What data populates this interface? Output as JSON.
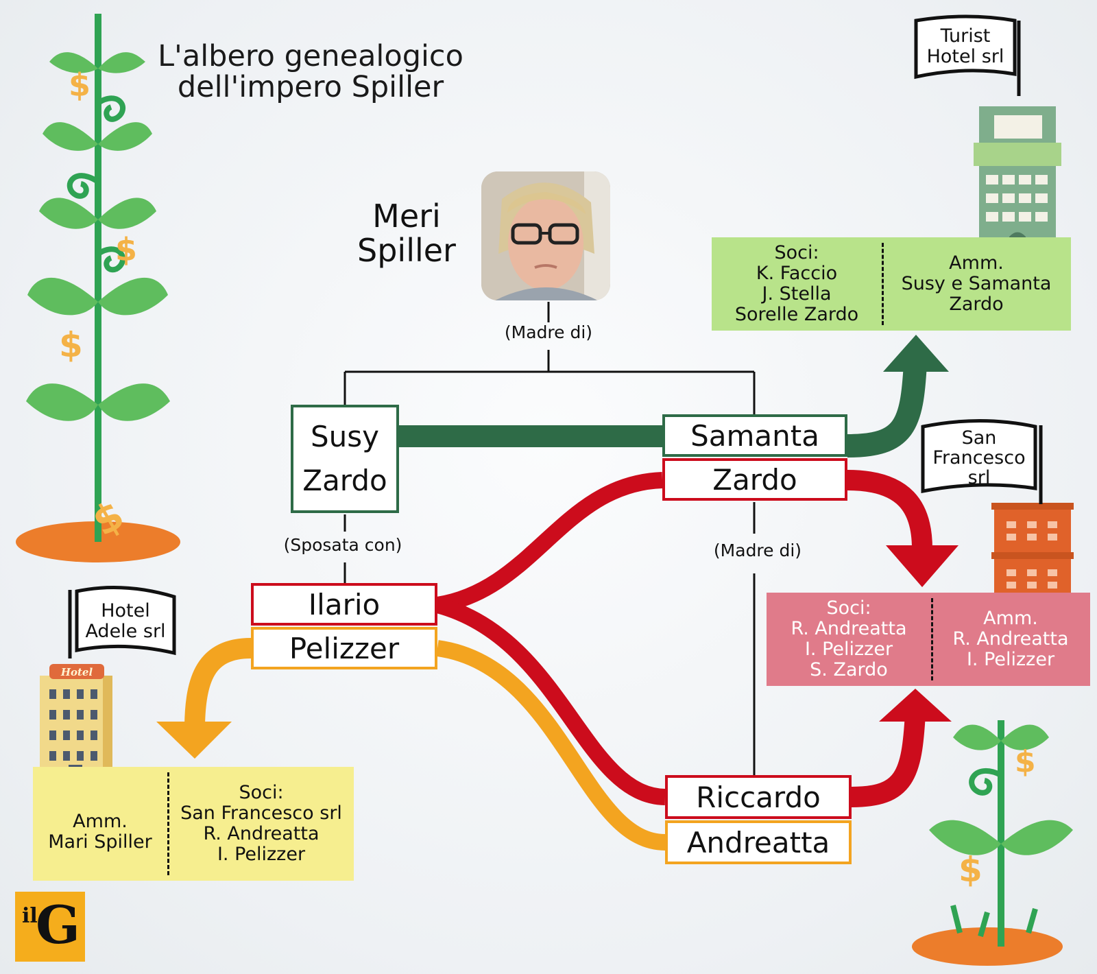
{
  "title": "L'albero genealogico dell'impero Spiller",
  "root": {
    "name": "Meri Spiller"
  },
  "relations": {
    "madre_top": "(Madre di)",
    "sposata": "(Sposata con)",
    "madre_right": "(Madre di)"
  },
  "people": {
    "susy": {
      "first": "Susy",
      "last": "Zardo"
    },
    "samanta": {
      "first": "Samanta",
      "last": "Zardo"
    },
    "ilario": {
      "first": "Ilario",
      "last": "Pelizzer"
    },
    "riccardo": {
      "first": "Riccardo",
      "last": "Andreatta"
    }
  },
  "companies": {
    "turist": {
      "flag": "Turist Hotel srl",
      "soci": [
        "Soci:",
        "K. Faccio",
        "J. Stella",
        "Sorelle Zardo"
      ],
      "amm": [
        "Amm.",
        "Susy e Samanta",
        "Zardo"
      ]
    },
    "sanfrancesco": {
      "flag": [
        "San",
        "Francesco",
        "srl"
      ],
      "soci": [
        "Soci:",
        "R. Andreatta",
        "I. Pelizzer",
        "S. Zardo"
      ],
      "amm": [
        "Amm.",
        "R. Andreatta",
        "I. Pelizzer"
      ]
    },
    "adele": {
      "flag": [
        "Hotel",
        "Adele srl"
      ],
      "hotel_sign": "Hotel",
      "amm": [
        "Amm.",
        "Mari Spiller"
      ],
      "soci": [
        "Soci:",
        "San Francesco srl",
        "R. Andreatta",
        "I. Pelizzer"
      ]
    }
  },
  "logo": {
    "il": "il",
    "g": "G"
  },
  "colors": {
    "green": "#2e6b47",
    "red": "#cc0c1c",
    "orange": "#f3a420",
    "leaf": "#5fbd5e",
    "stem": "#2fa353",
    "dollar": "#f4b247"
  }
}
